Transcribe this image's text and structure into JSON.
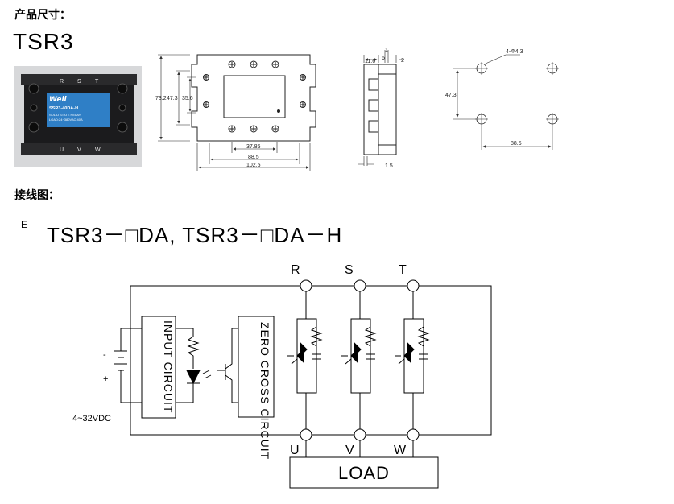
{
  "headings": {
    "dimensions": "产品尺寸：",
    "wiring": "接线图："
  },
  "model": "TSR3",
  "photo": {
    "brand": "Well",
    "model_code": "SSR3-40DA-H",
    "desc1": "SOLID STATE RELAY",
    "desc2": "LOAD:24~380VAC 40A",
    "top_terminals": [
      "R",
      "S",
      "T"
    ],
    "bottom_terminals": [
      "U",
      "V",
      "W"
    ]
  },
  "dimensions": {
    "height_total": "73.2",
    "height_holes": "47.3",
    "height_inner": "35.6",
    "width_window": "37.85",
    "width_holes": "88.5",
    "width_total": "102.5",
    "side_depth": "11.6",
    "side_a": "1",
    "side_b": "6",
    "side_c": "2",
    "side_base": "1.5",
    "hole_spec": "4-Φ4.3",
    "hole_v": "47.3",
    "hole_h": "88.5"
  },
  "wiring": {
    "note_prefix": "E",
    "formula": "TSR3－□DA,  TSR3－□DA－H",
    "input_top": [
      "R",
      "S",
      "T"
    ],
    "output_bottom": [
      "U",
      "V",
      "W"
    ],
    "input_circuit": "INPUT CIRCUIT",
    "zero_cross": "ZERO CROSS CIRCUIT",
    "minus": "-",
    "plus": "+",
    "voltage": "4~32VDC",
    "load": "LOAD"
  }
}
